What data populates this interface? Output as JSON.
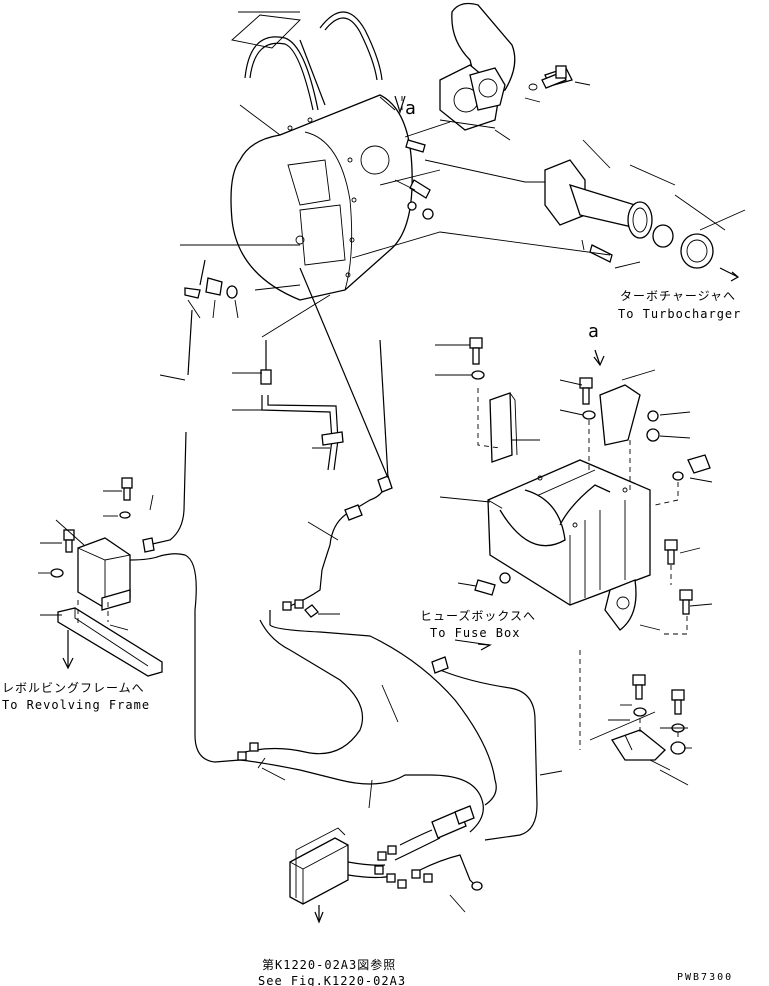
{
  "labels": {
    "turbo_jp": "ターボチャージャへ",
    "turbo_en": "To Turbocharger",
    "fuse_jp": "ヒューズボックスへ",
    "fuse_en": "To Fuse Box",
    "frame_jp": "レボルビングフレームへ",
    "frame_en": "To Revolving Frame",
    "fig_jp": "第K1220-02A3図参照",
    "fig_en": "See Fig.K1220-02A3",
    "ref_a_top": "a",
    "ref_a_right": "a",
    "drawing_no": "PWB7300"
  }
}
